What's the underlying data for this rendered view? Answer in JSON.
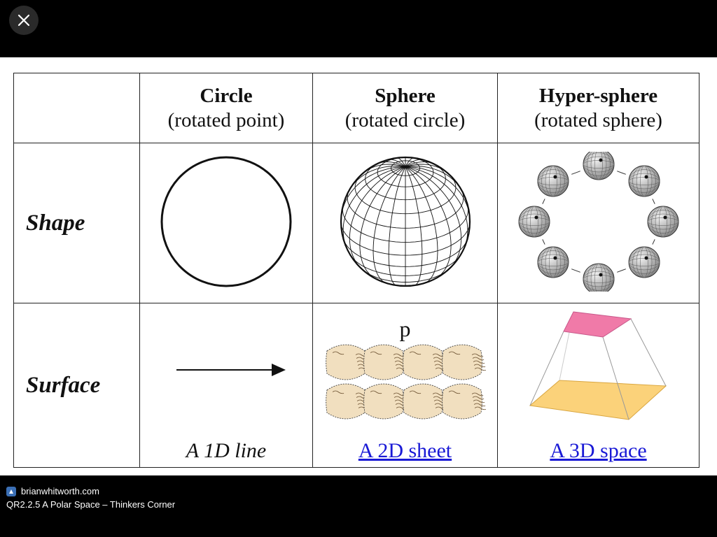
{
  "viewer": {
    "close_icon": "close-icon",
    "source": "brianwhitworth.com",
    "page_title": "QR2.2.5 A Polar Space – Thinkers Corner"
  },
  "table": {
    "columns": [
      {
        "title": "Circle",
        "subtitle": "(rotated point)"
      },
      {
        "title": "Sphere",
        "subtitle": "(rotated circle)"
      },
      {
        "title": "Hyper-sphere",
        "subtitle": "(rotated sphere)"
      }
    ],
    "rows": {
      "shape": {
        "label": "Shape"
      },
      "surface": {
        "label": "Surface",
        "p_label": "p",
        "captions": [
          "A 1D line",
          "A 2D sheet",
          "A 3D space"
        ]
      }
    }
  },
  "colors": {
    "link": "#1a1ad6",
    "pink_face": "#f07aa8",
    "orange_face": "#fbd27a",
    "map_fill": "#f1dfbf"
  }
}
